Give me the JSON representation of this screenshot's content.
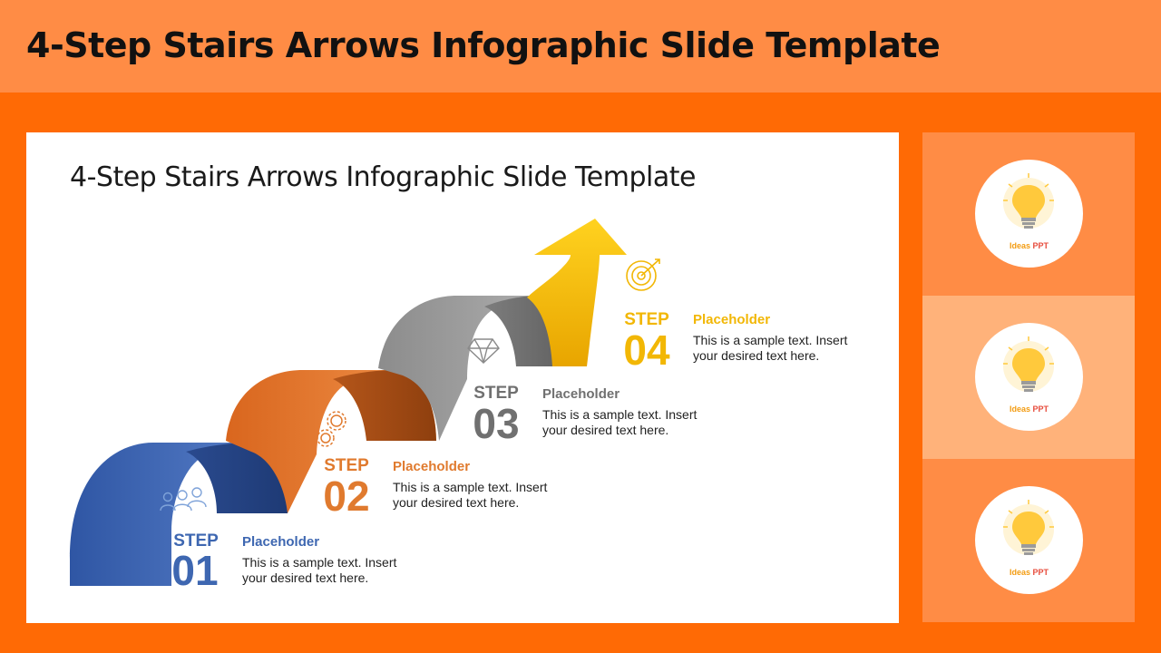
{
  "header": {
    "title": "4-Step Stairs Arrows Infographic Slide Template"
  },
  "slide": {
    "title": "4-Step Stairs Arrows Infographic Slide Template",
    "steps": [
      {
        "word": "STEP",
        "number": "01",
        "heading": "Placeholder",
        "text1": "This is a sample text. Insert",
        "text2": "your desired text here.",
        "color": "#3E67B1",
        "icon": "people-icon"
      },
      {
        "word": "STEP",
        "number": "02",
        "heading": "Placeholder",
        "text1": "This is a sample text. Insert",
        "text2": "your desired text here.",
        "color": "#E07A2E",
        "icon": "gears-icon"
      },
      {
        "word": "STEP",
        "number": "03",
        "heading": "Placeholder",
        "text1": "This is a sample text. Insert",
        "text2": "your desired text here.",
        "color": "#707070",
        "icon": "diamond-icon"
      },
      {
        "word": "STEP",
        "number": "04",
        "heading": "Placeholder",
        "text1": "This is a sample text. Insert",
        "text2": "your desired text here.",
        "color": "#F2B705",
        "icon": "target-icon"
      }
    ]
  },
  "sidebar": {
    "thumbnails": [
      {
        "brand_a": "Ideas",
        "brand_b": "PPT",
        "icon": "lightbulb-icon"
      },
      {
        "brand_a": "Ideas",
        "brand_b": "PPT",
        "icon": "lightbulb-icon"
      },
      {
        "brand_a": "Ideas",
        "brand_b": "PPT",
        "icon": "lightbulb-icon"
      }
    ]
  },
  "colors": {
    "background": "#FF6A05",
    "header": "#FF8C45",
    "blue": "#3E67B1",
    "orange": "#E07A2E",
    "gray": "#707070",
    "yellow": "#F2B705"
  }
}
